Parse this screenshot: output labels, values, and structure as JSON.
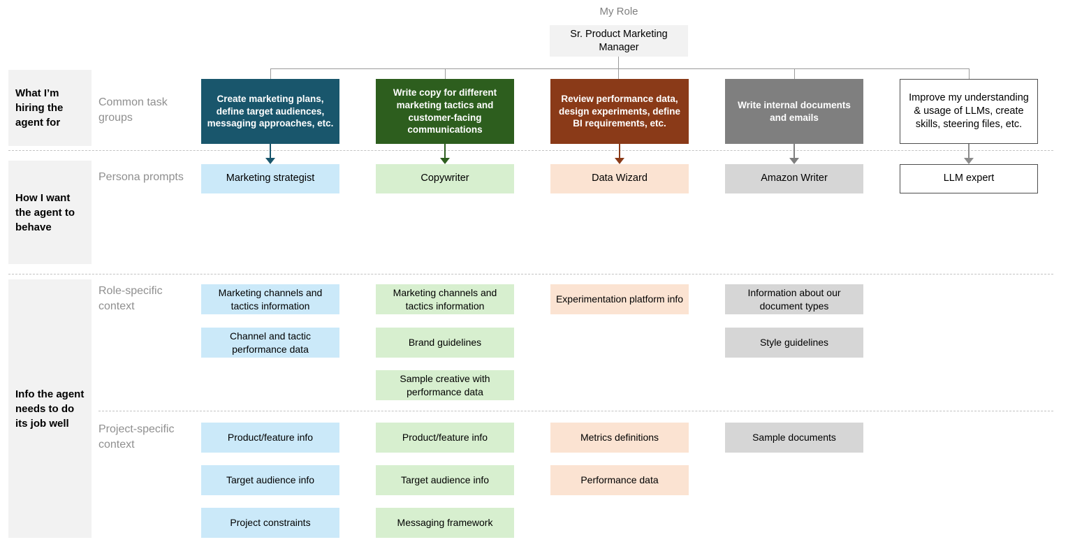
{
  "header": {
    "my_role_label": "My Role",
    "my_role_value": "Sr. Product Marketing Manager"
  },
  "row_labels": [
    {
      "text": "What I’m hiring the agent for"
    },
    {
      "text": "How I want the agent to behave"
    },
    {
      "text": "Info the agent needs to do its job well"
    }
  ],
  "group_labels": {
    "tasks": "Common task groups",
    "persona": "Persona prompts",
    "role_context": "Role-specific context",
    "project_context": "Project-specific context"
  },
  "columns": [
    {
      "task": "Create marketing plans, define target audiences, messaging approaches, etc.",
      "persona": "Marketing strategist",
      "role_context": [
        "Marketing channels and tactics information",
        "Channel and tactic performance data"
      ],
      "project_context": [
        "Product/feature info",
        "Target audience info",
        "Project constraints"
      ],
      "colors": {
        "dark": "#19566c",
        "light": "#cbe9f9"
      }
    },
    {
      "task": "Write copy for different marketing tactics and customer-facing communications",
      "persona": "Copywriter",
      "role_context": [
        "Marketing channels and tactics information",
        "Brand guidelines",
        "Sample creative with performance data"
      ],
      "project_context": [
        "Product/feature info",
        "Target audience info",
        "Messaging framework"
      ],
      "colors": {
        "dark": "#2d5e1e",
        "light": "#d7efcf"
      }
    },
    {
      "task": "Review performance data, design experiments, define BI requirements, etc.",
      "persona": "Data Wizard",
      "role_context": [
        "Experimentation platform info"
      ],
      "project_context": [
        "Metrics definitions",
        "Performance data"
      ],
      "colors": {
        "dark": "#8a3a18",
        "light": "#fbe3d2"
      }
    },
    {
      "task": "Write internal documents and emails",
      "persona": "Amazon Writer",
      "role_context": [
        "Information about our document types",
        "Style guidelines"
      ],
      "project_context": [
        "Sample documents"
      ],
      "colors": {
        "dark": "#7f7f7f",
        "light": "#d6d6d6"
      }
    },
    {
      "task": "Improve my understanding & usage of LLMs, create skills, steering files, etc.",
      "persona": "LLM expert",
      "role_context": [],
      "project_context": [],
      "colors": {
        "dark": "#ffffff",
        "light": "#ffffff",
        "border": "#4d4d4d"
      }
    }
  ]
}
